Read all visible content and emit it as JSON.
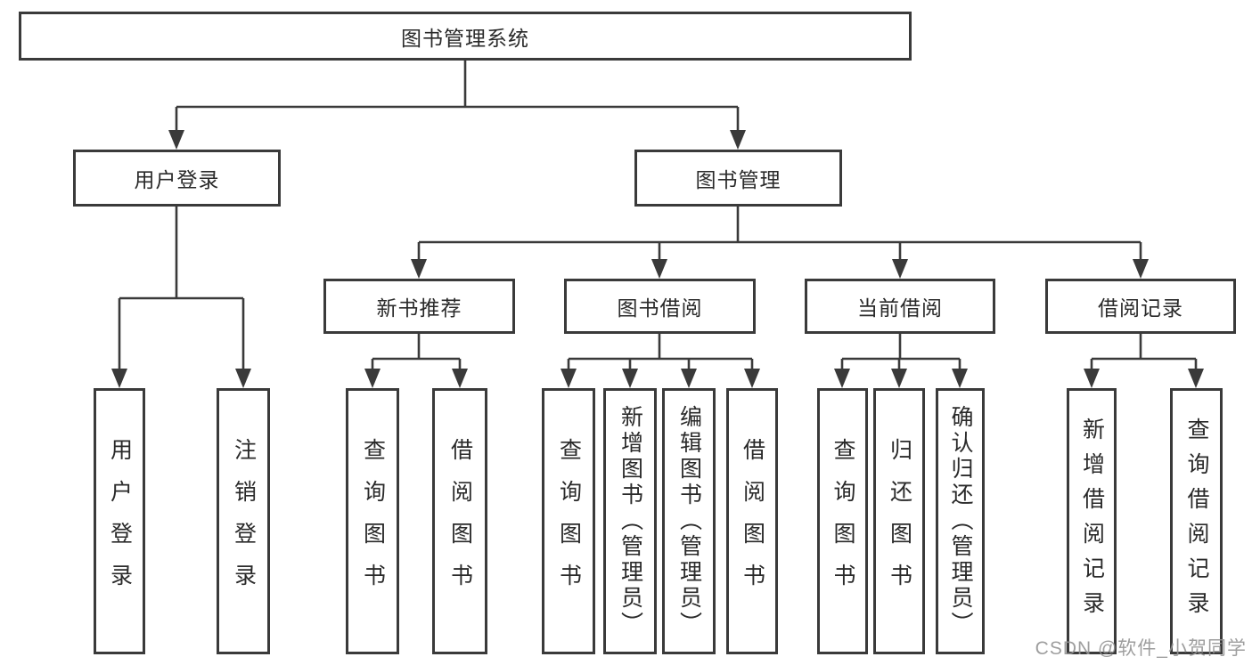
{
  "diagram": {
    "title": "图书管理系统",
    "root": "图书管理系统",
    "login": {
      "label": "用户登录",
      "children": [
        "用户登录",
        "注销登录"
      ]
    },
    "mgmt": {
      "label": "图书管理"
    },
    "groups": [
      {
        "label": "新书推荐",
        "children": [
          "查询图书",
          "借阅图书"
        ]
      },
      {
        "label": "图书借阅",
        "children": [
          "查询图书",
          "新增图书（管理员）",
          "编辑图书（管理员）",
          "借阅图书"
        ]
      },
      {
        "label": "当前借阅",
        "children": [
          "查询图书",
          "归还图书",
          "确认归还（管理员）"
        ]
      },
      {
        "label": "借阅记录",
        "children": [
          "新增借阅记录",
          "查询借阅记录"
        ]
      }
    ]
  },
  "watermark": "CSDN @软件_小贺同学",
  "colors": {
    "line": "#3a3a3a",
    "text": "#2a2a2a",
    "watermark": "#949494",
    "background": "#ffffff"
  }
}
